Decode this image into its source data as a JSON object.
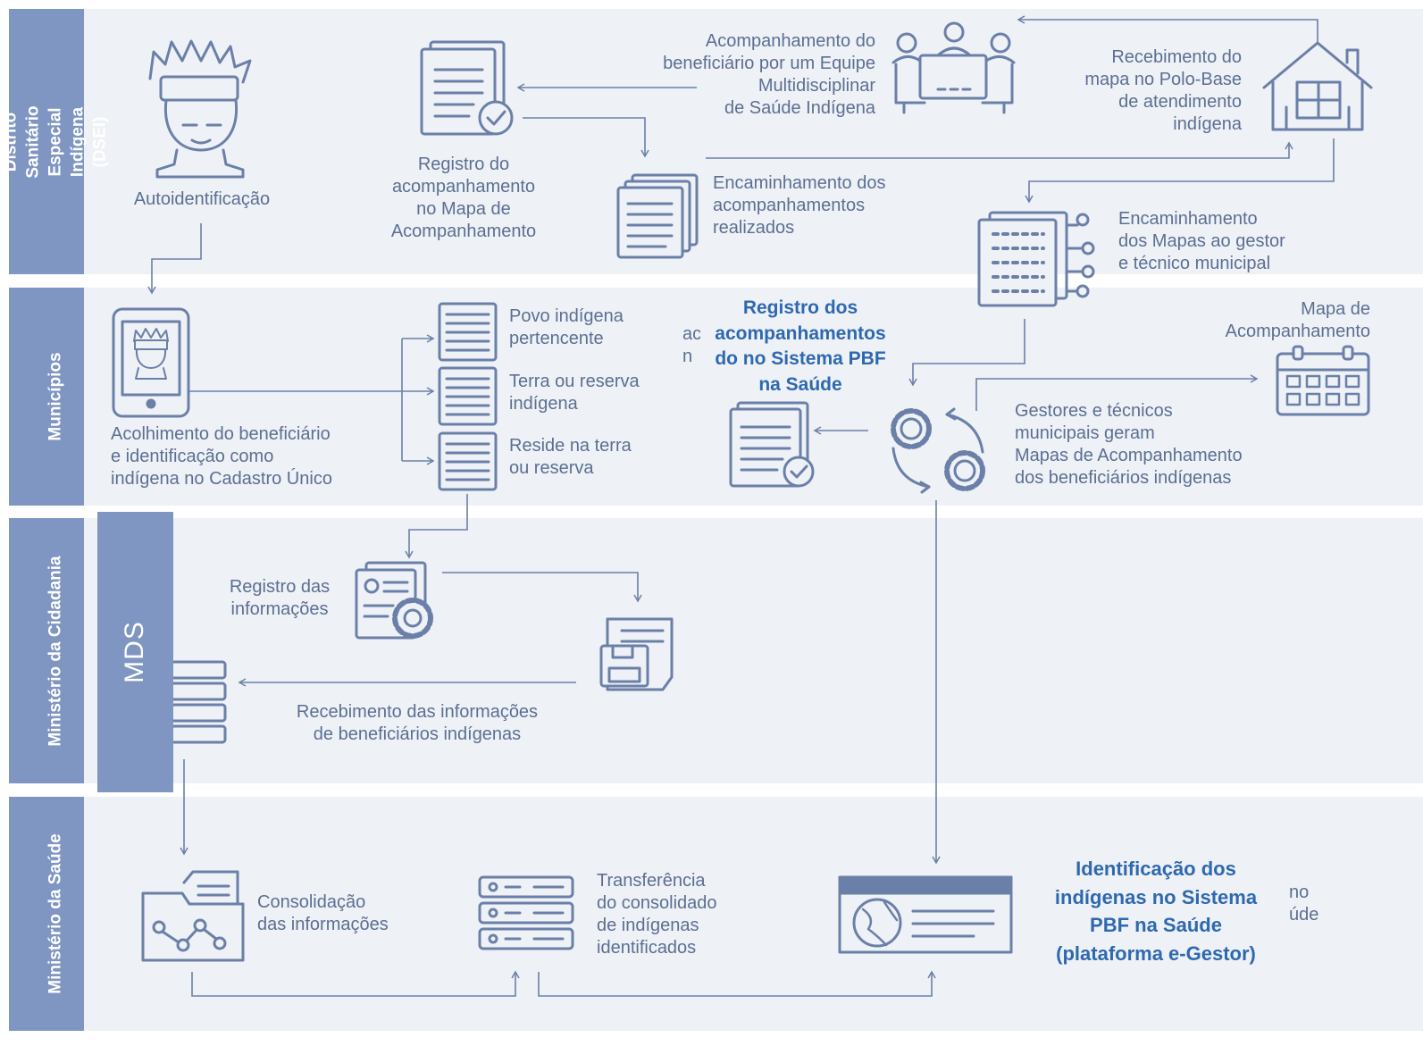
{
  "lanes": {
    "dsei": "Distrito Sanitário\nEspecial Indígena (DSEI)",
    "municipios": "Municípios",
    "cidadania": "Ministério da Cidadania",
    "saude": "Ministério da Saúde"
  },
  "mds_label": "MDS",
  "nodes": {
    "autoidentificacao": "Autoidentificação",
    "registro_mapa": "Registro do\nacompanhamento\nno Mapa de\nAcompanhamento",
    "acompanhamento_equipe": "Acompanhamento do\nbeneficiário por um Equipe\nMultidisciplinar\nde Saúde Indígena",
    "recebimento_polo": "Recebimento do\nmapa no Polo-Base\nde atendimento\nindígena",
    "encaminhamento_acomp": "Encaminhamento dos\nacompanhamentos\nrealizados",
    "encaminhamento_mapas": "Encaminhamento\ndos Mapas ao gestor\ne técnico municipal",
    "acolhimento": "Acolhimento do beneficiário\ne identificação como\nindígena no Cadastro Único",
    "povo": "Povo indígena\npertencente",
    "terra": "Terra ou reserva\nindígena",
    "reside": "Reside na terra\nou reserva",
    "partial_left": "ac\nn",
    "registro_sistema": "Registro dos\nacompanhamentos\ndo no Sistema PBF\nna Saúde",
    "mapa_acomp": "Mapa de\nAcompanhamento",
    "gestores": "Gestores e técnicos\nmunicipais geram\nMapas de Acompanhamento\ndos beneficiários indígenas",
    "registro_info": "Registro das\ninformações",
    "recebimento_info": "Recebimento das informações\nde beneficiários indígenas",
    "consolidacao": "Consolidação\ndas informações",
    "transferencia": "Transferência\ndo consolidado\nde indígenas\nidentificados",
    "identificacao": "Identificação dos\nindígenas no Sistema\nPBF na Saúde\n(plataforma e-Gestor)",
    "partial_right": "no\núde"
  },
  "colors": {
    "lane_bg": "#eef1f6",
    "lane_label": "#7e96c1",
    "text": "#5c6f92",
    "icon": "#6b80a8",
    "highlight": "#2e69b0"
  }
}
